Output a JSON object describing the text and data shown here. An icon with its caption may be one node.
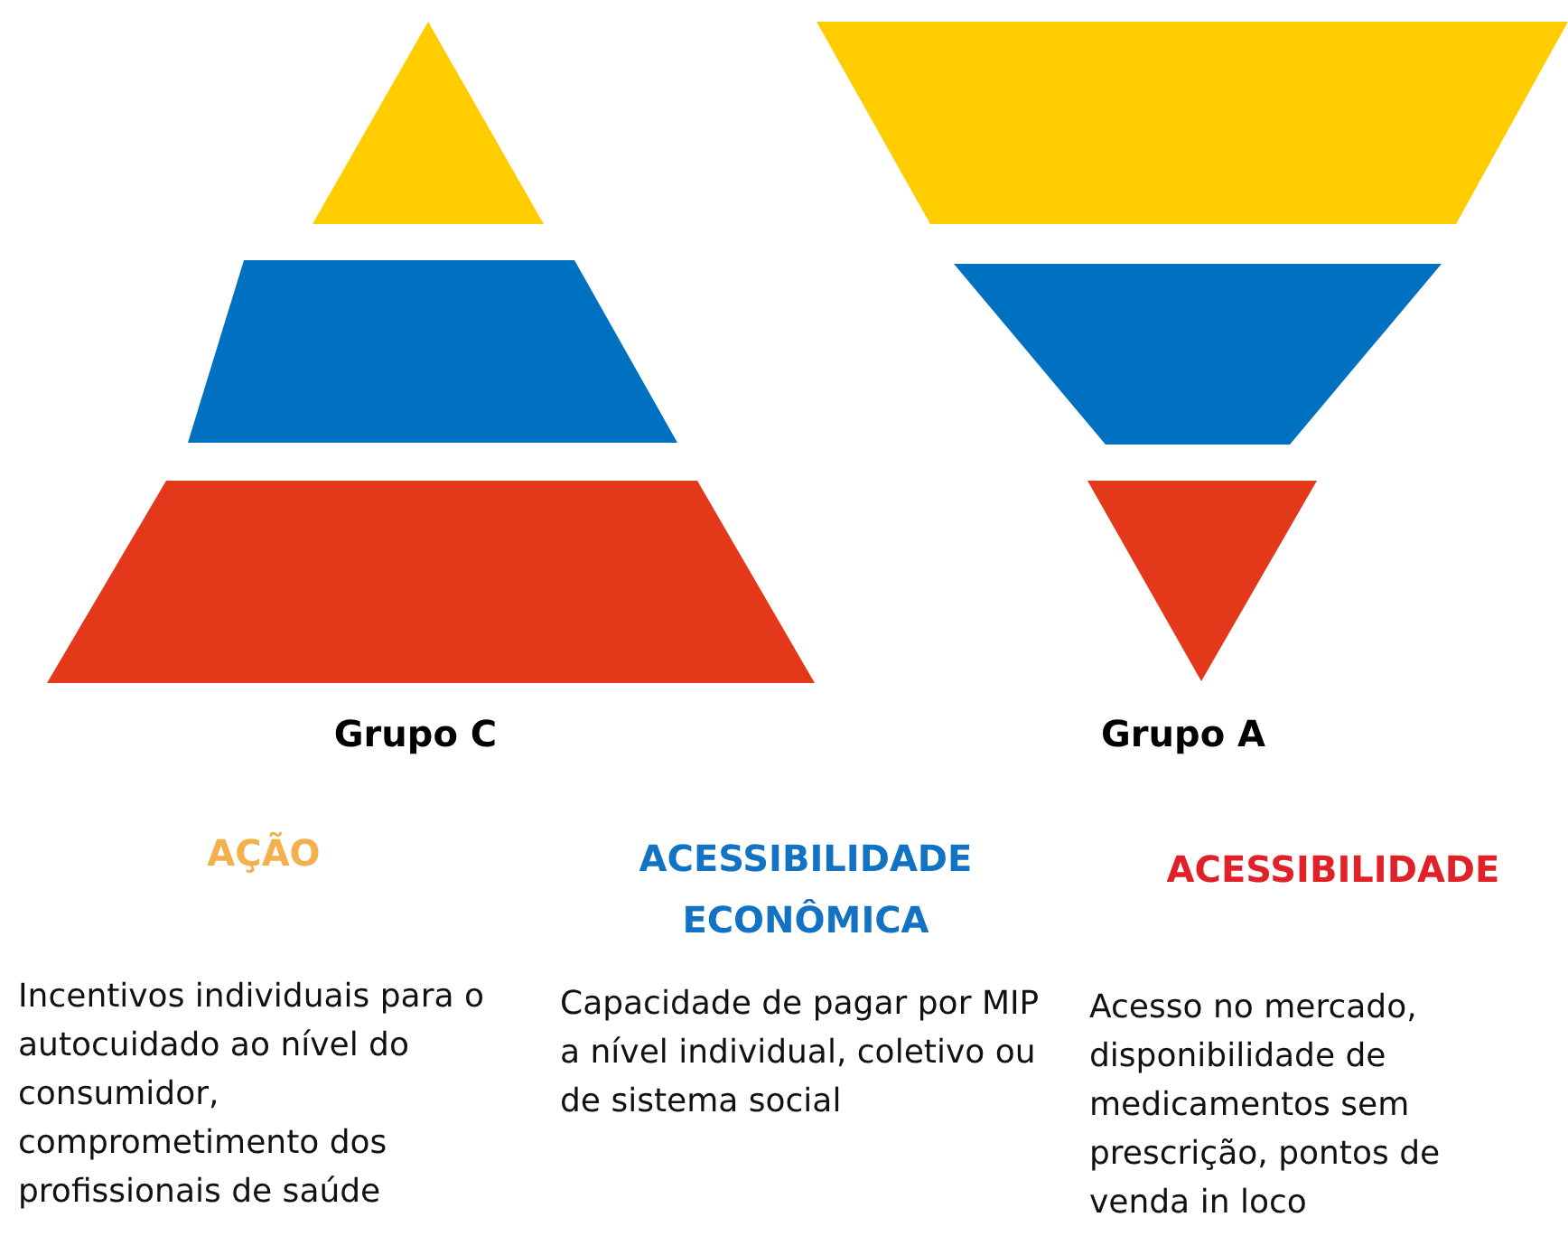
{
  "diagram": {
    "labels": [
      "Grupo C",
      "Grupo A",
      "AÇÃO",
      "ACESSIBILIDADE ECONÔMICA",
      "ACESSIBILIDADE",
      "Incentivos individuais para o autocuidado ao nível do consumidor, comprometimento dos profissionais de saúde",
      "Capacidade de pagar por MIP a nível individual, coletivo ou de sistema social",
      "Acesso no mercado, disponibilidade de medicamentos sem prescrição, pontos de venda in loco"
    ]
  }
}
